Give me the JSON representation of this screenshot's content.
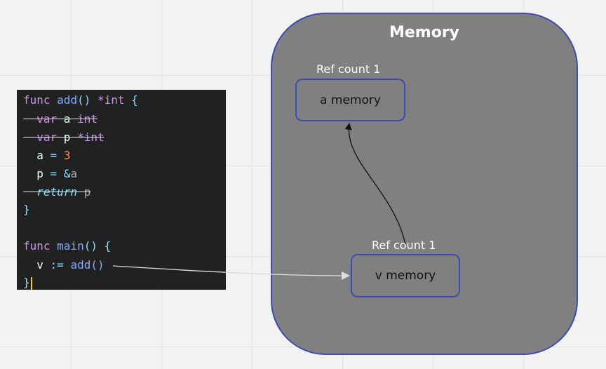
{
  "code": {
    "lines": [
      {
        "parts": [
          "func",
          " ",
          "add",
          "()",
          " ",
          "*int",
          " {"
        ]
      },
      {
        "text_a": "var",
        "text_b": " a ",
        "text_c": "int"
      },
      {
        "text_a": "var",
        "text_b": " p ",
        "text_c": "*int"
      },
      {
        "text_a": "a",
        "text_b": " = ",
        "text_c": "3"
      },
      {
        "text_a": "p",
        "text_b": " = ",
        "text_c": "&",
        "text_d": "a"
      },
      {
        "text_a": "return",
        "text_b": " p"
      },
      {
        "text_a": "}"
      },
      {
        "text_a": "func",
        "text_b": " main",
        "text_c": "()",
        "text_d": " {"
      },
      {
        "text_a": "v",
        "text_b": " := ",
        "text_c": "add()"
      },
      {
        "text_a": "}"
      }
    ]
  },
  "memory": {
    "title": "Memory",
    "a_box": {
      "ref_label": "Ref count 1",
      "label": "a memory"
    },
    "v_box": {
      "ref_label": "Ref count 1",
      "label": "v memory"
    }
  },
  "colors": {
    "memory_fill": "#808080",
    "border": "#3f4bb0",
    "code_bg": "#212121"
  }
}
